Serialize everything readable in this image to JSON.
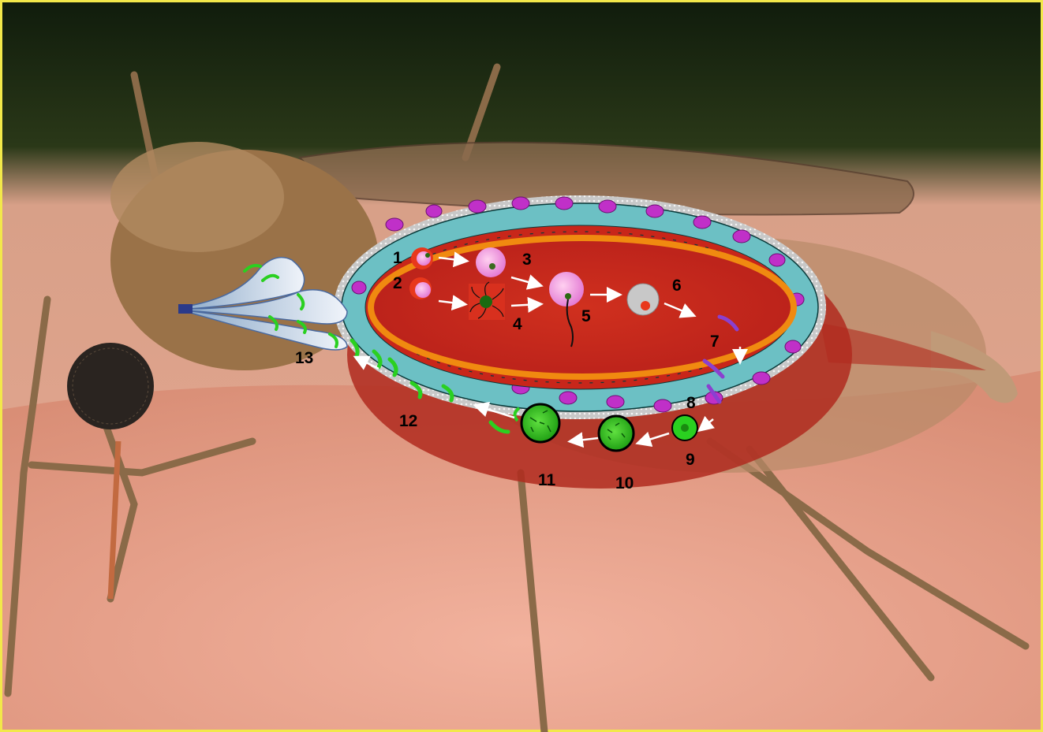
{
  "colors": {
    "frame": "#f2e84a",
    "background_dark": "#1c2a12",
    "skin": "#e8a088",
    "midgut_lumen": "#c8261a",
    "peritrophic_membrane": "#f08a10",
    "epithelium": "#6cc0c4",
    "nuclei": "#c030c8",
    "basal_lamina": "#d0d0d0",
    "hemocoel": "#b02a1e",
    "parasite_green": "#2ad020",
    "salivary_gland": "#c8dcea",
    "arrow": "#ffffff"
  },
  "labels": [
    {
      "id": "1",
      "text": "1"
    },
    {
      "id": "2",
      "text": "2"
    },
    {
      "id": "3",
      "text": "3"
    },
    {
      "id": "4",
      "text": "4"
    },
    {
      "id": "5",
      "text": "5"
    },
    {
      "id": "6",
      "text": "6"
    },
    {
      "id": "7",
      "text": "7"
    },
    {
      "id": "8",
      "text": "8"
    },
    {
      "id": "9",
      "text": "9"
    },
    {
      "id": "10",
      "text": "10"
    },
    {
      "id": "11",
      "text": "11"
    },
    {
      "id": "12",
      "text": "12"
    },
    {
      "id": "13",
      "text": "13"
    }
  ]
}
